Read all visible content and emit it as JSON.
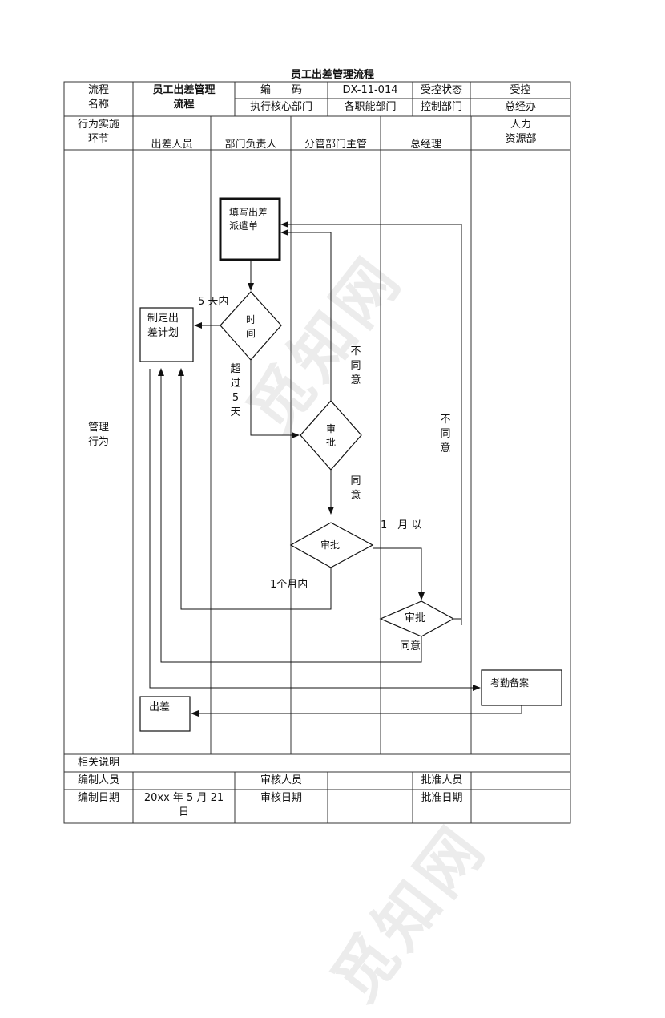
{
  "doc_title": "员工出差管理流程",
  "header": {
    "flow_label_1": "流程",
    "flow_label_2": "名称",
    "flow_name_1": "员工出差管理",
    "flow_name_2": "流程",
    "code_label": "编　　码",
    "code_value": "DX-11-014",
    "control_status_label": "受控状态",
    "control_status_value": "受控",
    "exec_dept_label": "执行核心部门",
    "exec_dept_value": "各职能部门",
    "control_dept_label": "控制部门",
    "control_dept_value": "总经办"
  },
  "lanes": {
    "row_label_1": "行为实施",
    "row_label_2": "环节",
    "items": [
      "出差人员",
      "部门负责人",
      "分管部门主管",
      "总经理"
    ],
    "hr_1": "人力",
    "hr_2": "资源部"
  },
  "body_label_1": "管理",
  "body_label_2": "行为",
  "flow": {
    "fill_form_1": "填写出差",
    "fill_form_2": "派遣单",
    "time_1": "时",
    "time_2": "间",
    "within_5_days": "5 天内",
    "over_5_days": "超过5天",
    "make_plan_1": "制定出",
    "make_plan_2": "差计划",
    "disagree_1": "不同意",
    "disagree_2": "不同意",
    "approve_diamond_1_a": "审",
    "approve_diamond_1_b": "批",
    "agree_1": "同意",
    "approve_2": "审批",
    "within_1_month": "1个月内",
    "over_1_month": "1　月 以",
    "approve_3": "审批",
    "agree_2": "同意",
    "attendance_record": "考勤备案",
    "trip": "出差"
  },
  "footer": {
    "notes_label": "相关说明",
    "prepared_by_label": "编制人员",
    "reviewer_label": "审核人员",
    "approver_label": "批准人员",
    "prepared_date_label": "编制日期",
    "prepared_date_value_1": "20xx 年 5 月 21",
    "prepared_date_value_2": "日",
    "review_date_label": "审核日期",
    "approve_date_label": "批准日期"
  },
  "watermark": "觅知网"
}
